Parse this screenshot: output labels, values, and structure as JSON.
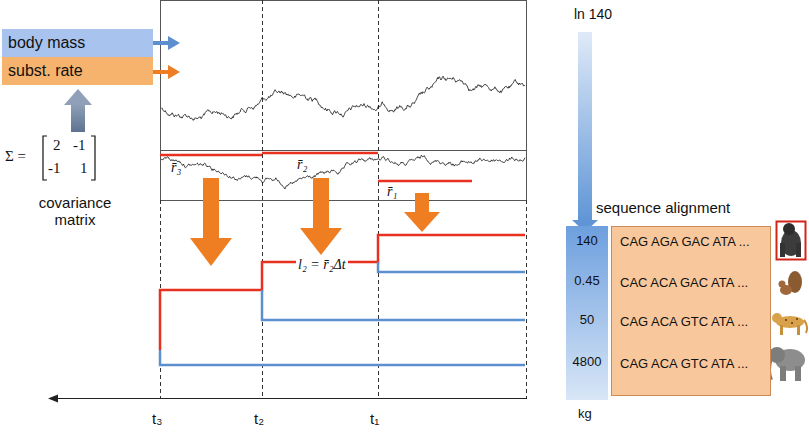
{
  "diagram": {
    "nodes": [
      {
        "text": [
          "body mass"
        ]
      },
      {
        "text": [
          "subst. rate"
        ]
      },
      {
        "text": [
          "140",
          "0.45",
          "50",
          "4800"
        ]
      },
      {
        "text": [
          "CAG AGA GAC ATA ...",
          "CAC ACA GAC ATA ...",
          "CAG ACA GTC ATA ...",
          "CAG ACA GTC ATA ..."
        ]
      }
    ],
    "labels": [
      "Σ =",
      "2",
      "-1",
      "-1",
      "1",
      "covariance matrix",
      "r̄₃",
      "r̄₂",
      "r̄₁",
      "l₂ = r̄₂Δt",
      "t₃",
      "t₂",
      "t₁",
      "ln 140",
      "sequence alignment",
      "kg"
    ]
  }
}
